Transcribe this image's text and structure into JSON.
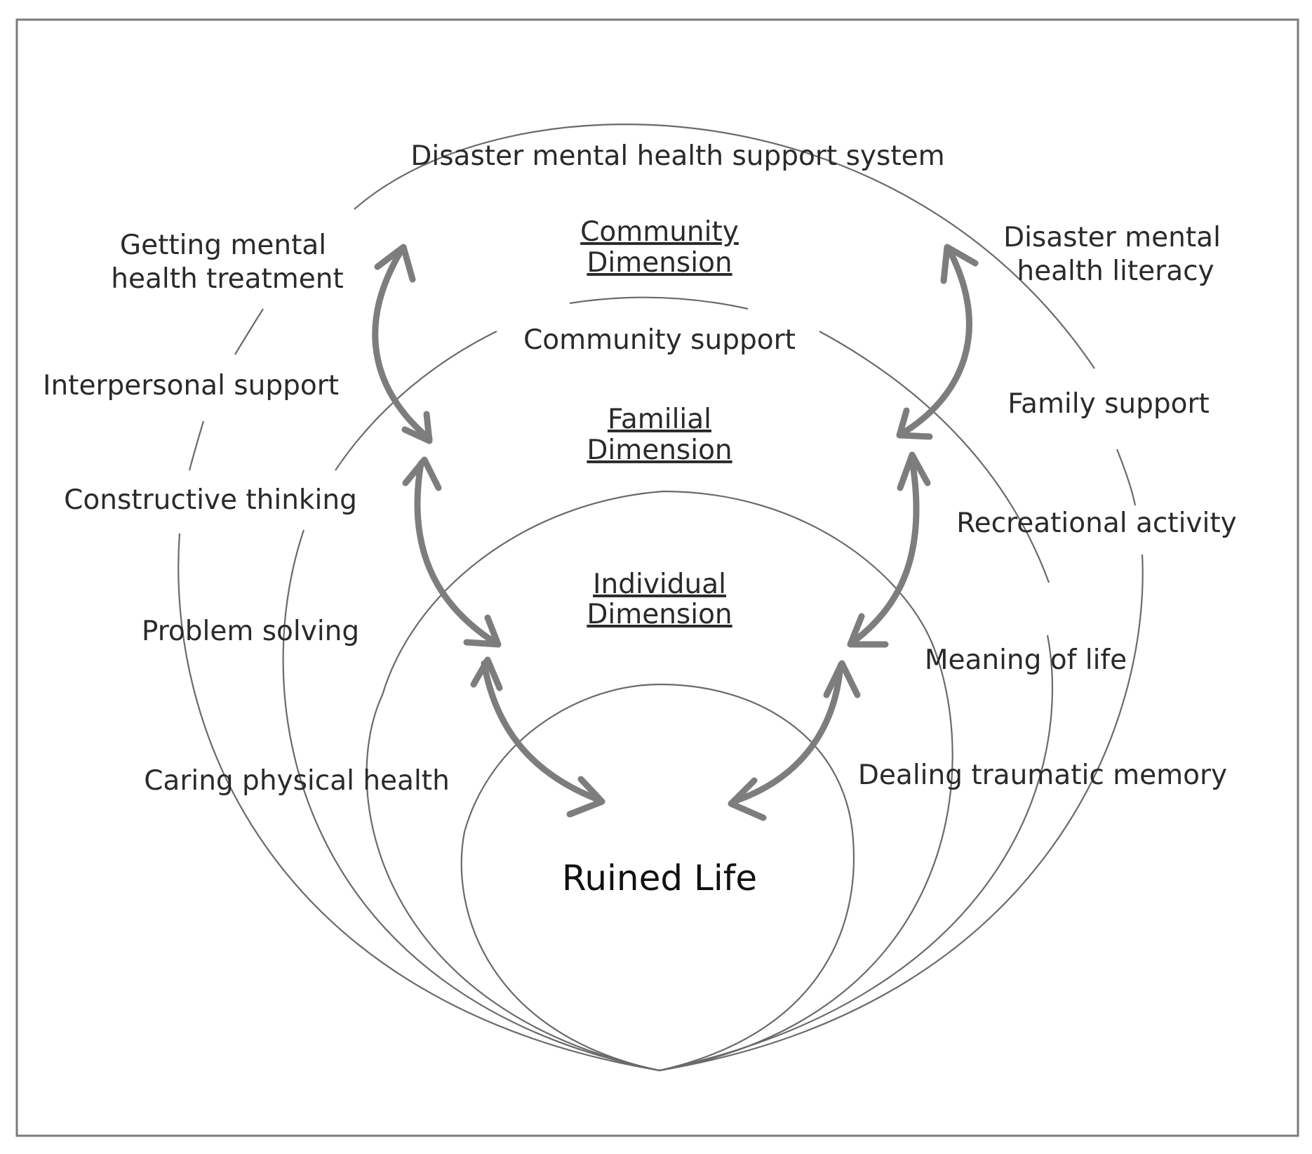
{
  "dimensions": {
    "community": [
      "Community",
      "Dimension"
    ],
    "familial": [
      "Familial",
      "Dimension"
    ],
    "individual": [
      "Individual",
      "Dimension"
    ]
  },
  "core": "Ruined Life",
  "top_label": "Disaster mental health support system",
  "left_labels": {
    "mental_treatment": [
      "Getting mental",
      "health treatment"
    ],
    "interpersonal": "Interpersonal support",
    "constructive": "Constructive thinking",
    "problem_solving": "Problem solving",
    "physical_health": "Caring physical health"
  },
  "right_labels": {
    "literacy": [
      "Disaster mental",
      "health literacy"
    ],
    "family_support": "Family support",
    "recreational": "Recreational activity",
    "meaning": "Meaning of life",
    "traumatic": "Dealing traumatic memory"
  },
  "community_support": "Community support",
  "colors": {
    "lines": "#6a6a6a",
    "arrows": "#7d7d7d",
    "frame": "#7a7a7a",
    "text": "#2a2a2a"
  }
}
